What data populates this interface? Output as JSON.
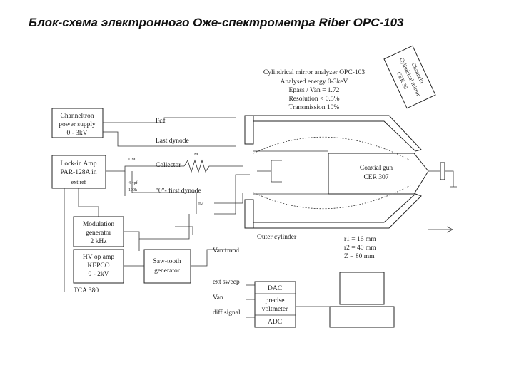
{
  "title": "Блок-схема электронного Оже-спектрометра Riber OPC-103",
  "analyzer": {
    "name": "Cylindrical mirror analyzer OPC-103",
    "energy": "Analysed energy 0-3keV",
    "ratio": "Epass / Van = 1.72",
    "resolution": "Resolution < 0.5%",
    "transmission": "Transmission 10%"
  },
  "stamp": [
    "Channeltr",
    "Cylindrical mirror",
    "CER 30"
  ],
  "boxes": {
    "channeltron": [
      "Channeltron",
      "power supply",
      "0 - 3kV"
    ],
    "lockin": [
      "Lock-in Amp",
      "PAR-128A  in",
      "ext        ref"
    ],
    "modulation": [
      "Modulation",
      "generator",
      "2 kHz"
    ],
    "hv_amp": [
      "HV op amp",
      "KEPCO",
      "0 - 2kV"
    ],
    "sawtooth": [
      "Saw-tooth",
      "generator"
    ],
    "gun": [
      "Coaxial gun",
      "CER 307"
    ],
    "dac": "DAC",
    "voltmeter": [
      "precise",
      "voltmeter"
    ],
    "adc": "ADC"
  },
  "labels": {
    "fcc": "Fcc",
    "last_dynode": "Last dynode",
    "collector": "Collector",
    "first_dynode": "\"0\"- first dynode",
    "dm": "DM",
    "im": "IM",
    "m": "M",
    "cap": "4.4pf",
    "resistor": "100k",
    "outer_cylinder": "Outer cylinder",
    "van_mod": "Van+mod",
    "tca": "TCA 380",
    "ext_sweep": "ext sweep",
    "van": "Van",
    "diff_signal": "diff signal",
    "dims": [
      "r1 = 16 mm",
      "r2 = 40 mm",
      "Z = 80 mm"
    ]
  }
}
